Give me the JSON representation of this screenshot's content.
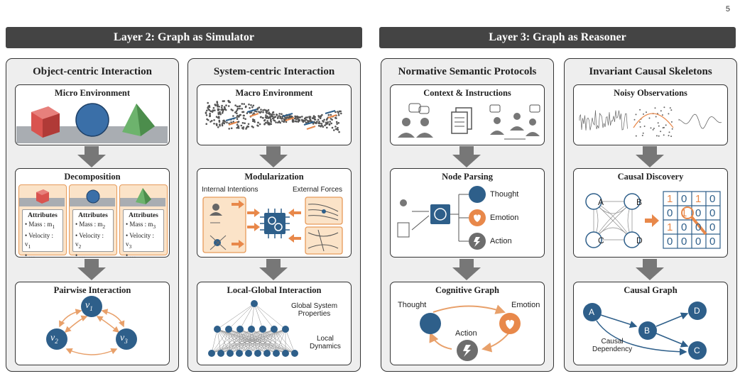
{
  "page_number": "5",
  "layers": [
    {
      "title": "Layer 2: Graph as Simulator"
    },
    {
      "title": "Layer 3: Graph as Reasoner"
    }
  ],
  "panels": {
    "object": {
      "title": "Object-centric Interaction",
      "micro_env": "Micro Environment",
      "decomposition": "Decomposition",
      "attributes": [
        {
          "head": "Attributes",
          "mass": "• Mass : m",
          "mass_sub": "1",
          "velocity": "• Velocity : v",
          "vel_sub": "1",
          "more": "• …"
        },
        {
          "head": "Attributes",
          "mass": "• Mass : m",
          "mass_sub": "2",
          "velocity": "• Velocity : v",
          "vel_sub": "2",
          "more": "• …"
        },
        {
          "head": "Attributes",
          "mass": "• Mass : m",
          "mass_sub": "3",
          "velocity": "• Velocity : v",
          "vel_sub": "3",
          "more": "• …"
        }
      ],
      "pairwise": "Pairwise Interaction",
      "nodes": {
        "v1": "v",
        "v1s": "1",
        "v2": "v",
        "v2s": "2",
        "v3": "v",
        "v3s": "3"
      }
    },
    "system": {
      "title": "System-centric Interaction",
      "macro_env": "Macro Environment",
      "modularization": "Modularization",
      "internal": "Internal Intentions",
      "external": "External Forces",
      "local_global": "Local-Global Interaction",
      "global_props": "Global System",
      "global_props2": "Properties",
      "local_dyn": "Local",
      "local_dyn2": "Dynamics"
    },
    "normative": {
      "title": "Normative Semantic Protocols",
      "context": "Context & Instructions",
      "node_parsing": "Node Parsing",
      "outputs": [
        "Thought",
        "Emotion",
        "Action"
      ],
      "cognitive_graph": "Cognitive Graph",
      "cg_thought": "Thought",
      "cg_emotion": "Emotion",
      "cg_action": "Action"
    },
    "causal": {
      "title": "Invariant Causal Skeletons",
      "noisy": "Noisy Observations",
      "discovery": "Causal Discovery",
      "graph_nodes": [
        "A",
        "B",
        "C",
        "D"
      ],
      "matrix": [
        [
          "1",
          "0",
          "1",
          "0"
        ],
        [
          "0",
          "1",
          "0",
          "0"
        ],
        [
          "1",
          "0",
          "0",
          "0"
        ],
        [
          "0",
          "0",
          "0",
          "0"
        ]
      ],
      "causal_graph": "Causal Graph",
      "dep1": "Causal",
      "dep2": "Dependency"
    }
  },
  "colors": {
    "blue": "#2e5f8a",
    "orange": "#e8884a",
    "gray": "#6d6d6d",
    "red": "#d9534f",
    "green": "#5aa05a"
  }
}
